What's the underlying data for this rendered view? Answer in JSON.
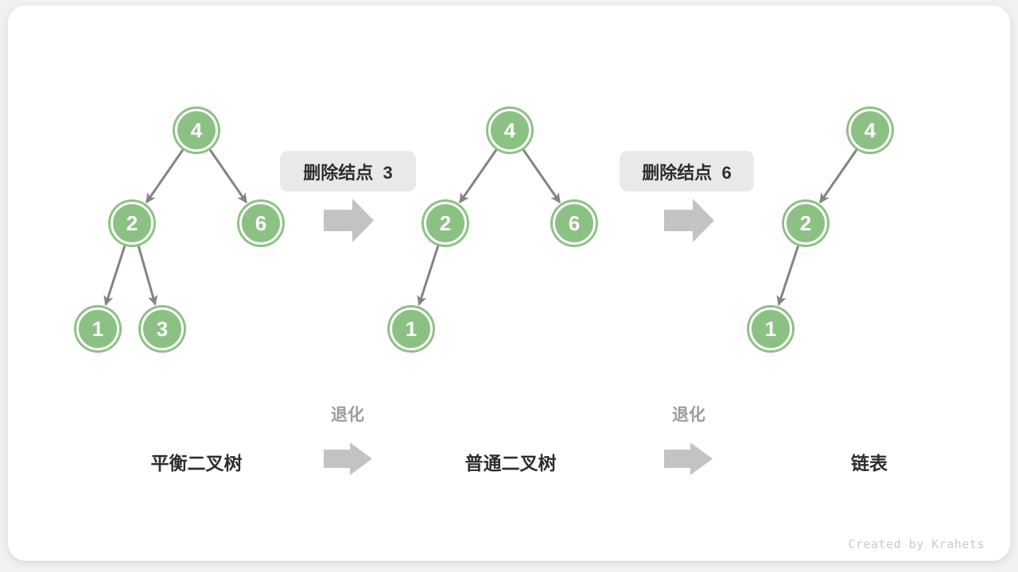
{
  "diagram": {
    "trees": [
      {
        "label": "平衡二叉树",
        "nodes": [
          "4",
          "2",
          "6",
          "1",
          "3"
        ],
        "edges": [
          "4→2",
          "4→6",
          "2→1",
          "2→3"
        ]
      },
      {
        "label": "普通二叉树",
        "nodes": [
          "4",
          "2",
          "6",
          "1"
        ],
        "edges": [
          "4→2",
          "4→6",
          "2→1"
        ]
      },
      {
        "label": "链表",
        "nodes": [
          "4",
          "2",
          "1"
        ],
        "edges": [
          "4→2",
          "2→1"
        ]
      }
    ],
    "transitions": [
      {
        "box_label": "删除结点  3",
        "degrade_label": "退化"
      },
      {
        "box_label": "删除结点  6",
        "degrade_label": "退化"
      }
    ],
    "watermark": "Created by Krahets"
  },
  "colors": {
    "page_background": "#f1f1f1",
    "card_background": "#ffffff",
    "node_fill": "#8cc184",
    "node_inner_ring": "#ffffff",
    "node_text": "#ffffff",
    "edge_gray": "#848484",
    "block_arrow_gray": "#c3c3c3",
    "label_box_background": "#e9e9e9",
    "label_box_text": "#2e2e2e",
    "degrade_text": "#9c9c9c",
    "watermark_text": "#c9c9c9"
  }
}
